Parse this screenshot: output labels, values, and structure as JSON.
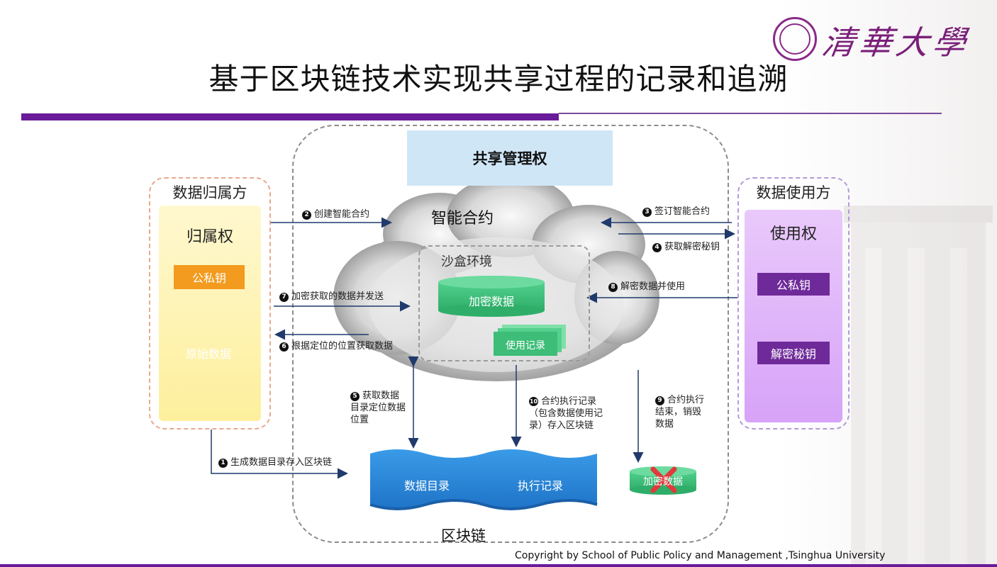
{
  "title": "基于区块链技术实现共享过程的记录和追溯",
  "logo": {
    "text": "清華大學",
    "icon": "tsinghua-seal-icon"
  },
  "management": {
    "label": "共享管理权"
  },
  "owner": {
    "title": "数据归属方",
    "right": "归属权",
    "key": "公私钥",
    "data": "原始数据"
  },
  "user": {
    "title": "数据使用方",
    "right": "使用权",
    "key": "公私钥",
    "decrypt_key": "解密秘钥"
  },
  "cloud": {
    "title": "智能合约",
    "sandbox": "沙盒环境",
    "encrypted": "加密数据",
    "usage": "使用记录"
  },
  "steps": {
    "s1": {
      "num": "1",
      "text": "生成数据目录存入区块链"
    },
    "s2": {
      "num": "2",
      "text": "创建智能合约"
    },
    "s3": {
      "num": "3",
      "text": "签订智能合约"
    },
    "s4": {
      "num": "4",
      "text": "获取解密秘钥"
    },
    "s5": {
      "num": "5",
      "lines": [
        "获取数据",
        "目录定位数据",
        "位置"
      ]
    },
    "s6": {
      "num": "6",
      "text": "根据定位的位置获取数据"
    },
    "s7": {
      "num": "7",
      "text": "加密获取的数据并发送"
    },
    "s8": {
      "num": "8",
      "text": "解密数据并使用"
    },
    "s9": {
      "num": "9",
      "lines": [
        "合约执行",
        "结束，销毁",
        "数据"
      ]
    },
    "s10": {
      "num": "10",
      "lines": [
        "合约执行记录",
        "（包含数据使用记",
        "录）存入区块链"
      ]
    }
  },
  "blockchain": {
    "title": "区块链",
    "catalog": "数据目录",
    "exec": "执行记录",
    "destroyed": "加密数据"
  },
  "copyright": "Copyright by School of Public Policy and Management ,Tsinghua University",
  "colors": {
    "accent_purple": "#6a1b9a",
    "owner_orange": "#f29b1e",
    "user_purple": "#6f2a9a",
    "green": "#3fc07a",
    "blue": "#2f8fe0"
  }
}
